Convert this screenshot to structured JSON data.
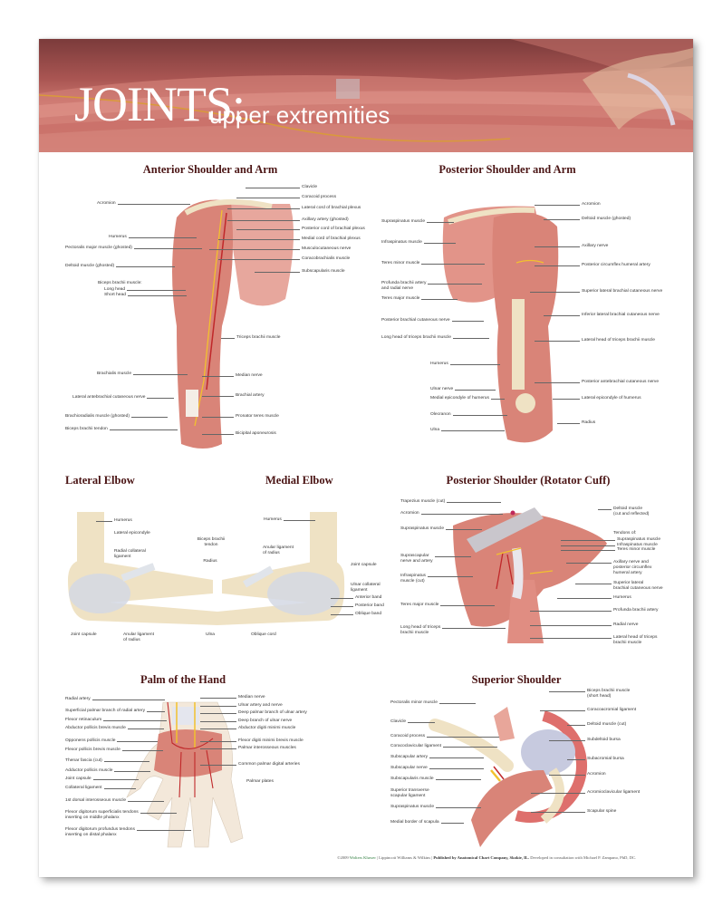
{
  "header": {
    "title_main": "JOINTS:",
    "title_sub": "upper extremities"
  },
  "anterior": {
    "title": "Anterior Shoulder and Arm",
    "labels": [
      "Acromion",
      "Humerus",
      "Pectoralis major muscle (ghosted)",
      "Deltoid muscle (ghosted)",
      "Biceps brachii muscle:",
      "Long head",
      "Short head",
      "Clavicle",
      "Coracoid process",
      "Lateral cord of brachial plexus",
      "Axillary artery (ghosted)",
      "Posterior cord of brachial plexus",
      "Medial cord of brachial plexus",
      "Musculocutaneous nerve",
      "Coracobrachialis muscle",
      "Subscapularis muscle",
      "Triceps brachii muscle",
      "Brachialis muscle",
      "Lateral antebrachial cutaneous nerve",
      "Brachioradialis muscle (ghosted)",
      "Biceps brachii tendon",
      "Median nerve",
      "Brachial artery",
      "Pronator teres muscle",
      "Bicipital aponeurosis"
    ]
  },
  "posterior": {
    "title": "Posterior Shoulder and Arm",
    "labels": [
      "Supraspinatus muscle",
      "Infraspinatus muscle",
      "Teres minor muscle",
      "Profunda brachii artery\nand radial nerve",
      "Teres major muscle",
      "Posterior brachial cutaneous nerve",
      "Long head of triceps brachii muscle",
      "Humerus",
      "Ulnar nerve",
      "Medial epicondyle of humerus",
      "Olecranon",
      "Ulna",
      "Acromion",
      "Deltoid muscle (ghosted)",
      "Axillary nerve",
      "Posterior circumflex humeral artery",
      "Superior lateral brachial cutaneous nerve",
      "Inferior lateral brachial cutaneous nerve",
      "Lateral head of triceps brachii muscle",
      "Posterior antebrachial cutaneous nerve",
      "Lateral epicondyle of humerus",
      "Radius"
    ]
  },
  "lateral_elbow": {
    "title": "Lateral Elbow",
    "labels": [
      "Humerus",
      "Lateral epicondyle",
      "Radial collateral\nligament",
      "Biceps brachii\ntendon",
      "Radius",
      "Joint capsule",
      "Anular ligament\nof radius",
      "Ulna"
    ]
  },
  "medial_elbow": {
    "title": "Medial Elbow",
    "labels": [
      "Humerus",
      "Anular ligament\nof radius",
      "Joint capsule",
      "Ulnar collateral\nligament",
      "Anterior band",
      "Posterior band",
      "Oblique band",
      "Oblique cord"
    ]
  },
  "rotator_cuff": {
    "title": "Posterior Shoulder (Rotator Cuff)",
    "labels": [
      "Trapezius muscle (cut)",
      "Acromion",
      "Supraspinatus muscle",
      "Suprascapular\nnerve and artery",
      "Infraspinatus\nmuscle (cut)",
      "Teres major muscle",
      "Long head of triceps\nbrachii muscle",
      "Deltoid muscle\n(cut and reflected)",
      "Tendons of:",
      "Supraspinatus muscle",
      "Infraspinatus muscle",
      "Teres minor muscle",
      "Axillary nerve and\nposterior circumflex\nhumeral artery",
      "Superior lateral\nbrachial cutaneous nerve",
      "Humerus",
      "Profunda brachii artery",
      "Radial nerve",
      "Lateral head of triceps\nbrachii muscle"
    ]
  },
  "palm": {
    "title": "Palm of the Hand",
    "labels": [
      "Radial artery",
      "Superficial palmar branch of radial artery",
      "Flexor retinaculum",
      "Abductor pollicis brevis muscle",
      "Opponens pollicis muscle",
      "Flexor pollicis brevis muscle",
      "Thenar fascia (cut)",
      "Adductor pollicis muscle",
      "Joint capsule",
      "Collateral ligament",
      "1st dorsal interosseous muscle",
      "Flexor digitorum superficialis tendons\ninserting on middle phalanx",
      "Flexor digitorum profundus tendons\ninserting on distal phalanx",
      "Median nerve",
      "Ulnar artery and nerve",
      "Deep palmar branch of ulnar artery",
      "Deep branch of ulnar nerve",
      "Abductor digiti minimi muscle",
      "Flexor digiti minimi brevis muscle",
      "Palmar interosseous muscles",
      "Common palmar digital arteries",
      "Palmar plates"
    ]
  },
  "superior": {
    "title": "Superior Shoulder",
    "labels": [
      "Pectoralis minor muscle",
      "Clavicle",
      "Coracoid process",
      "Coracoclavicular ligament",
      "Subscapular artery",
      "Subscapular nerve",
      "Subscapularis muscle",
      "Superior transverse\nscapular ligament",
      "Supraspinatus muscle",
      "Medial border of scapula",
      "Biceps brachii muscle\n(short head)",
      "Coracoacromial ligament",
      "Deltoid muscle (cut)",
      "Subdeltoid bursa",
      "Subacromial bursa",
      "Acromion",
      "Acromioclavicular ligament",
      "Scapular spine"
    ]
  },
  "footer": {
    "copyright": "©2009",
    "brand": "Wolters Kluwer",
    "imprint": "Lippincott Williams & Wilkins",
    "publisher": "Published by Anatomical Chart Company, Skokie, IL.",
    "credit": "Developed in consultation with Michael P. Zampano, PhD, DC."
  },
  "colors": {
    "muscle": "#d98478",
    "bone": "#efe2c4",
    "nerve": "#f2c12e",
    "artery": "#c0282a",
    "title": "#4a1414",
    "banner": "#a95552"
  }
}
